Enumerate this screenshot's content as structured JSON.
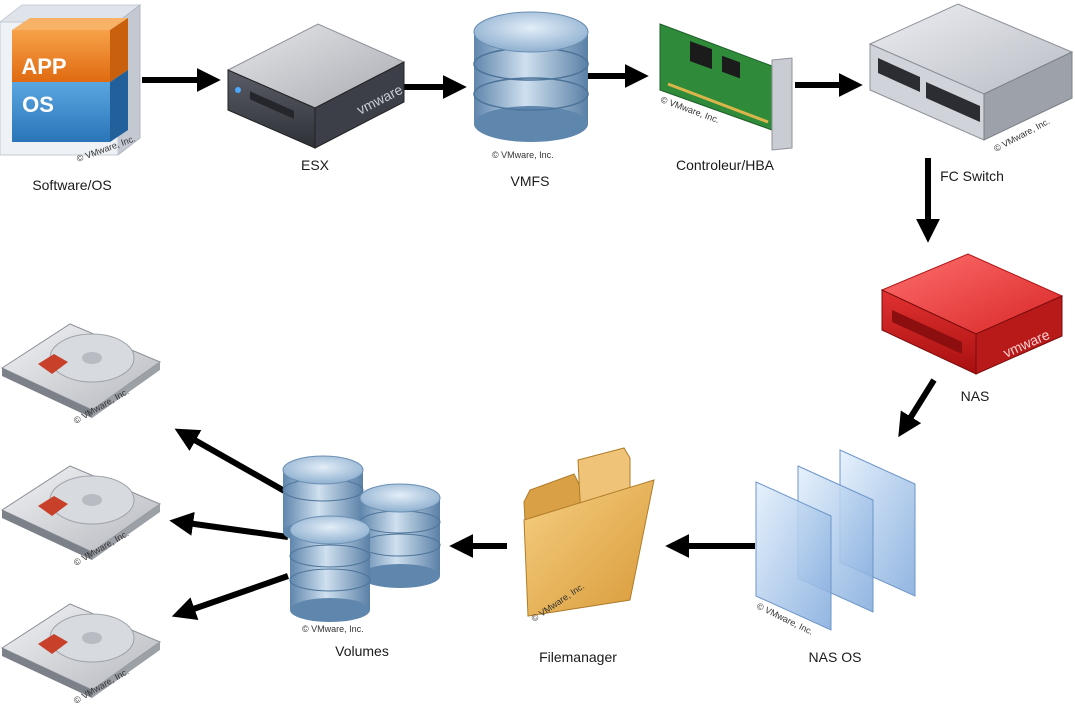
{
  "nodes": {
    "software_os": {
      "label": "Software/OS",
      "app_text": "APP",
      "os_text": "OS"
    },
    "esx": {
      "label": "ESX"
    },
    "vmfs": {
      "label": "VMFS"
    },
    "controller": {
      "label": "Controleur/HBA"
    },
    "fc_switch": {
      "label": "FC Switch"
    },
    "nas": {
      "label": "NAS"
    },
    "nas_os": {
      "label": "NAS OS"
    },
    "filemanager": {
      "label": "Filemanager"
    },
    "volumes": {
      "label": "Volumes"
    }
  },
  "brand": "vmware",
  "copyright": "© VMware, Inc.",
  "colors": {
    "app_orange": "#f07d1a",
    "os_blue": "#3f8fd0",
    "server_gray": "#4a4d55",
    "nas_red": "#d62222",
    "db_blue": "#8fb3d3",
    "pcb_green": "#2f8a3a",
    "folder_tan": "#e8b35a",
    "glass_blue": "#b9d3f0",
    "arrow": "#000000"
  }
}
